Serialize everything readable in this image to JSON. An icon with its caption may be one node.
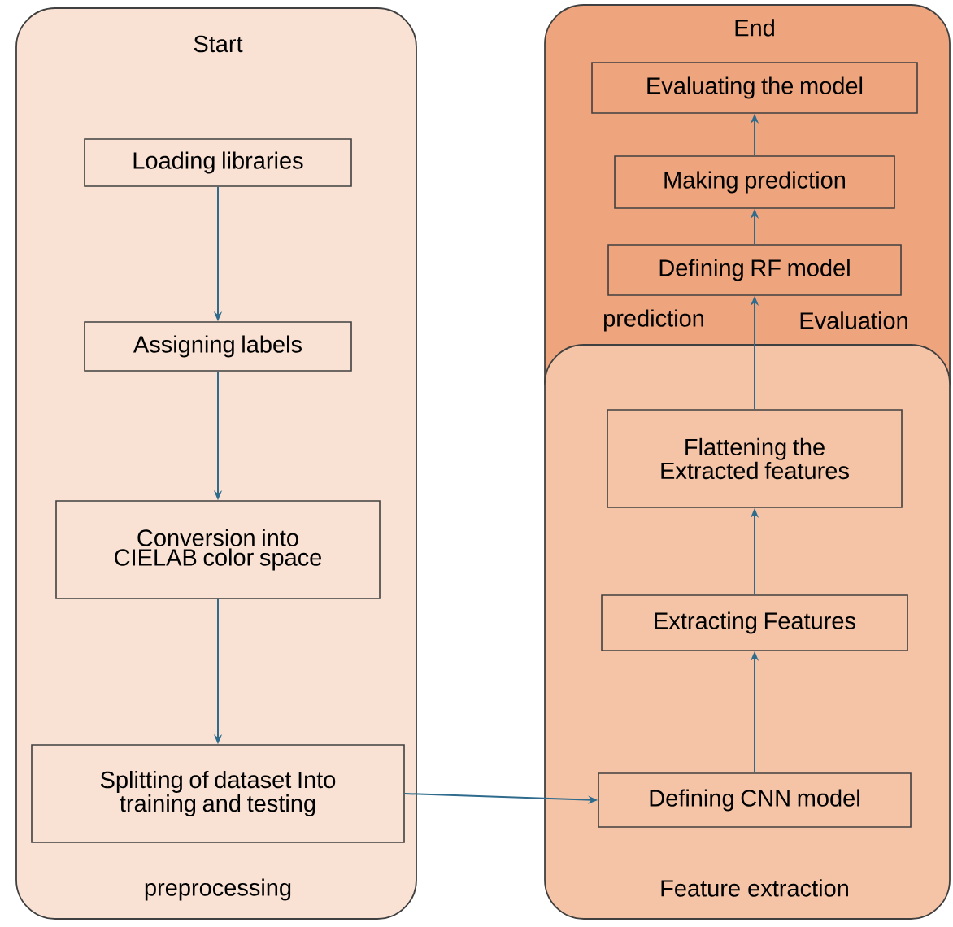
{
  "diagram": {
    "nodes": [
      {
        "text": [
          "Start",
          "preprocessing"
        ]
      },
      {
        "text": [
          "Loading libraries"
        ],
        "in": 0
      },
      {
        "text": [
          "Assigning labels"
        ],
        "in": 0
      },
      {
        "text": [
          "Conversion into CIELAB color space"
        ],
        "in": 0
      },
      {
        "text": [
          "Splitting of dataset Into training and testing"
        ],
        "in": 0
      },
      {
        "text": [
          "End",
          "prediction",
          "Evaluation"
        ]
      },
      {
        "text": [
          "Evaluating the model"
        ],
        "in": 5
      },
      {
        "text": [
          "Making prediction"
        ],
        "in": 5
      },
      {
        "text": [
          "Defining RF model"
        ],
        "in": 5
      },
      {
        "text": [
          "Feature extraction"
        ]
      },
      {
        "text": [
          "Flattening the Extracted features"
        ],
        "in": 9
      },
      {
        "text": [
          "Extracting Features"
        ],
        "in": 9
      },
      {
        "text": [
          "Defining CNN model"
        ],
        "in": 9
      }
    ],
    "edges": [
      {
        "from": 1,
        "to": 2,
        "arrow": "to"
      },
      {
        "from": 2,
        "to": 3,
        "arrow": "to"
      },
      {
        "from": 3,
        "to": 4,
        "arrow": "to"
      },
      {
        "from": 4,
        "to": 12,
        "arrow": "to"
      },
      {
        "from": 12,
        "to": 11,
        "arrow": "to"
      },
      {
        "from": 11,
        "to": 10,
        "arrow": "to"
      },
      {
        "from": 10,
        "to": 8,
        "arrow": "to"
      },
      {
        "from": 8,
        "to": 7,
        "arrow": "to"
      },
      {
        "from": 7,
        "to": 6,
        "arrow": "to"
      }
    ]
  }
}
